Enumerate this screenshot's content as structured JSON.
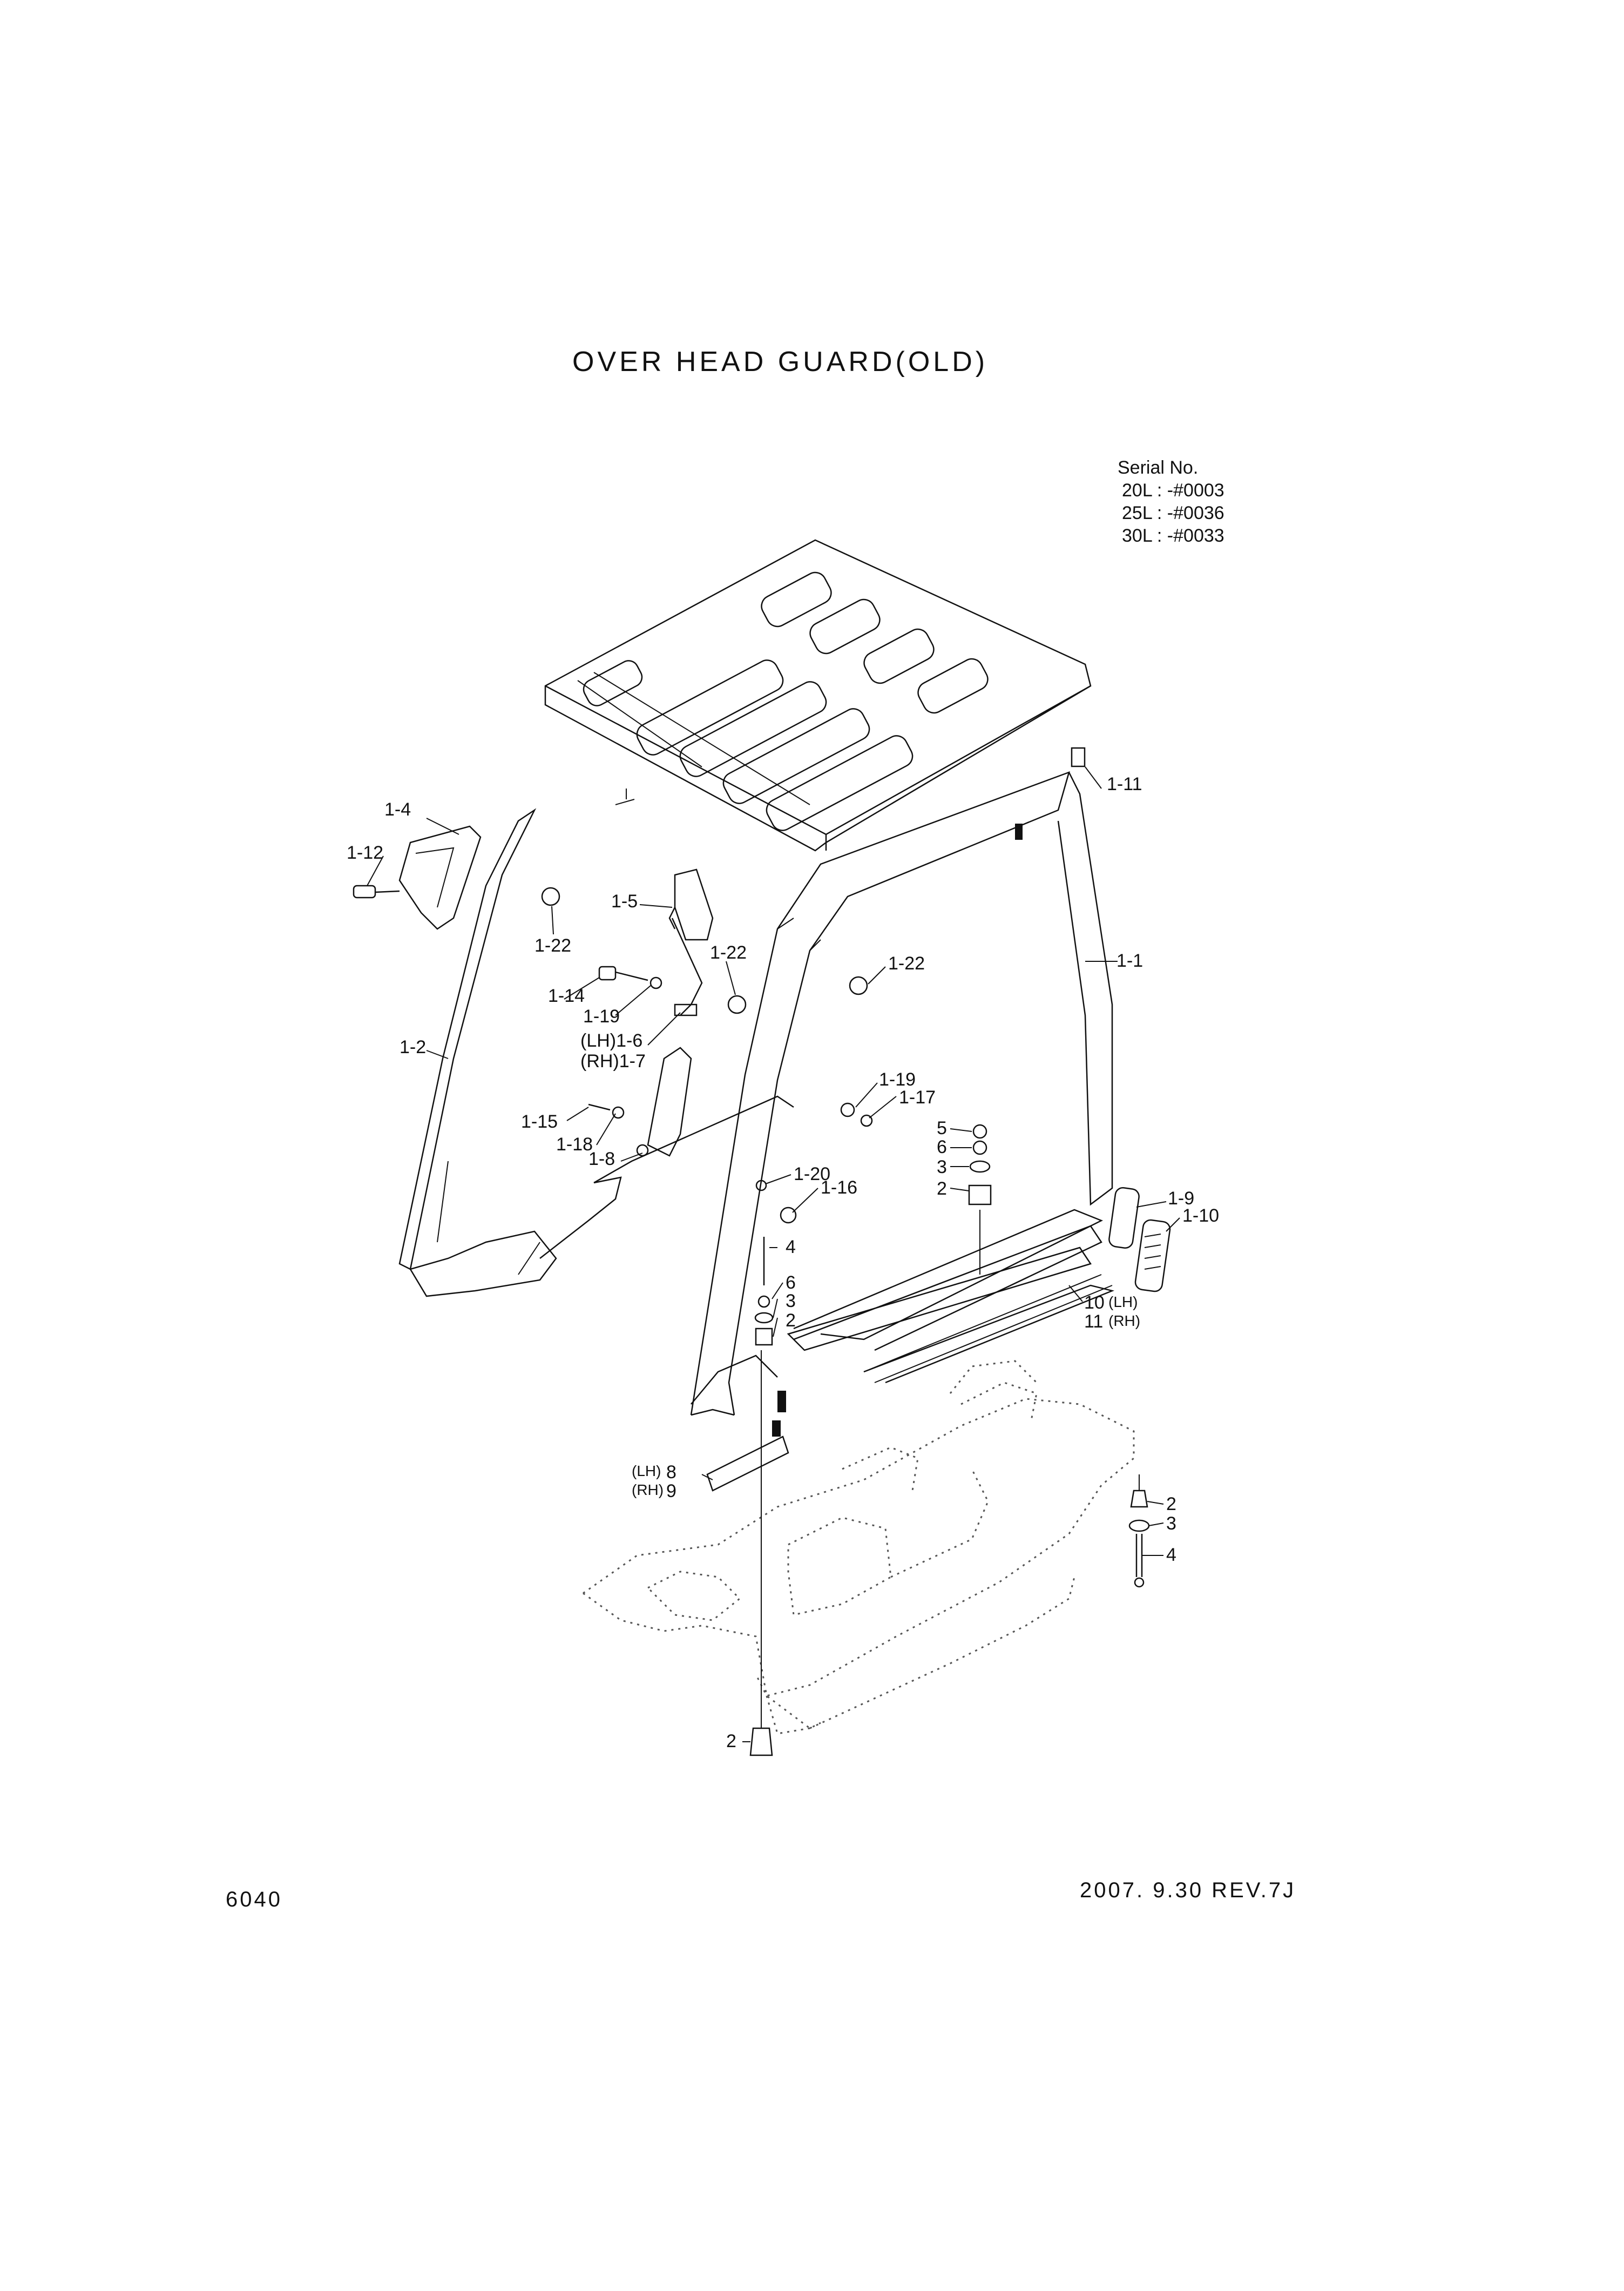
{
  "title": "OVER HEAD GUARD(OLD)",
  "serial": {
    "heading": "Serial No.",
    "rows": [
      "20L : -#0003",
      "25L : -#0036",
      "30L : -#0033"
    ]
  },
  "footer": {
    "page_code": "6040",
    "revision": "2007. 9.30  REV.7J"
  },
  "callouts": {
    "p1_1": "1-1",
    "p1_2": "1-2",
    "p1_4": "1-4",
    "p1_5": "1-5",
    "p1_6": "(LH)1-6",
    "p1_7": "(RH)1-7",
    "p1_8": "1-8",
    "p1_9": "1-9",
    "p1_10": "1-10",
    "p1_11": "1-11",
    "p1_12": "1-12",
    "p1_14": "1-14",
    "p1_15": "1-15",
    "p1_16": "1-16",
    "p1_17": "1-17",
    "p1_18": "1-18",
    "p1_19a": "1-19",
    "p1_19b": "1-19",
    "p1_20": "1-20",
    "p1_22a": "1-22",
    "p1_22b": "1-22",
    "p1_22c": "1-22",
    "r5": "5",
    "r6a": "6",
    "r3a": "3",
    "r2a": "2",
    "m4": "4",
    "m6": "6",
    "m3": "3",
    "m2": "2",
    "p10": "10",
    "p10_side": "(LH)",
    "p11": "11",
    "p11_side": "(RH)",
    "p8": "8",
    "p8_side": "(LH)",
    "p9": "9",
    "p9_side": "(RH)",
    "b2": "2",
    "b3": "3",
    "b4": "4",
    "bottom2": "2"
  }
}
